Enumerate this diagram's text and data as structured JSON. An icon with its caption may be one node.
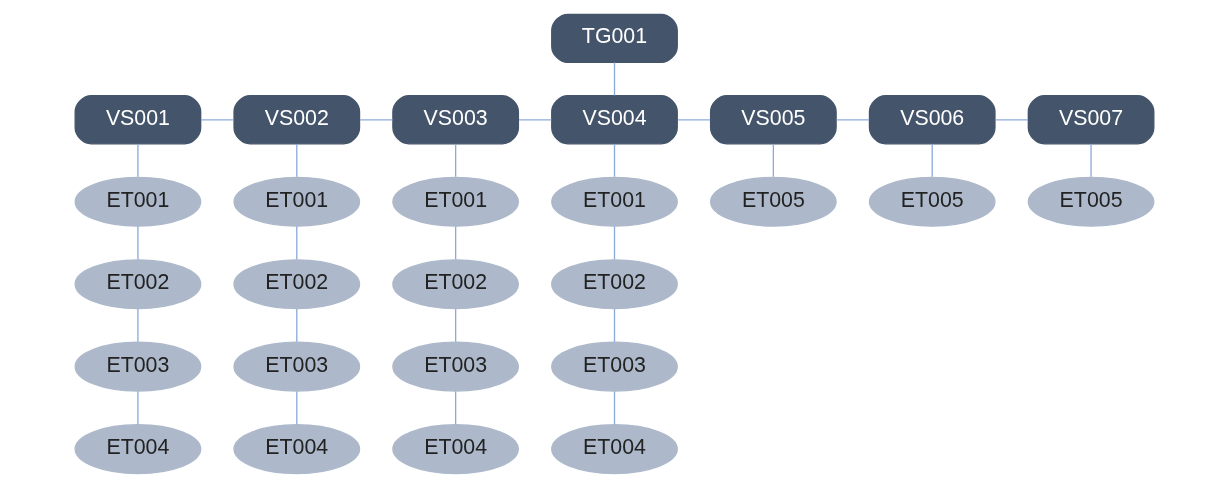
{
  "diagram": {
    "nodes": [
      {
        "text": [
          "TG001"
        ]
      },
      {
        "text": [
          "VS001"
        ]
      },
      {
        "text": [
          "VS002"
        ]
      },
      {
        "text": [
          "VS003"
        ]
      },
      {
        "text": [
          "VS004"
        ]
      },
      {
        "text": [
          "VS005"
        ]
      },
      {
        "text": [
          "VS006"
        ]
      },
      {
        "text": [
          "VS007"
        ]
      },
      {
        "text": [
          "ET001"
        ]
      },
      {
        "text": [
          "ET001"
        ]
      },
      {
        "text": [
          "ET001"
        ]
      },
      {
        "text": [
          "ET001"
        ]
      },
      {
        "text": [
          "ET005"
        ]
      },
      {
        "text": [
          "ET005"
        ]
      },
      {
        "text": [
          "ET005"
        ]
      },
      {
        "text": [
          "ET002"
        ]
      },
      {
        "text": [
          "ET002"
        ]
      },
      {
        "text": [
          "ET002"
        ]
      },
      {
        "text": [
          "ET002"
        ]
      },
      {
        "text": [
          "ET003"
        ]
      },
      {
        "text": [
          "ET003"
        ]
      },
      {
        "text": [
          "ET003"
        ]
      },
      {
        "text": [
          "ET003"
        ]
      },
      {
        "text": [
          "ET004"
        ]
      },
      {
        "text": [
          "ET004"
        ]
      },
      {
        "text": [
          "ET004"
        ]
      },
      {
        "text": [
          "ET004"
        ]
      }
    ],
    "edges": [
      {
        "from": 0,
        "to": 4,
        "arrow": "none"
      },
      {
        "from": 1,
        "to": 2,
        "arrow": "none"
      },
      {
        "from": 2,
        "to": 3,
        "arrow": "none"
      },
      {
        "from": 3,
        "to": 4,
        "arrow": "none"
      },
      {
        "from": 4,
        "to": 5,
        "arrow": "none"
      },
      {
        "from": 5,
        "to": 6,
        "arrow": "none"
      },
      {
        "from": 6,
        "to": 7,
        "arrow": "none"
      },
      {
        "from": 1,
        "to": 8,
        "arrow": "none"
      },
      {
        "from": 2,
        "to": 9,
        "arrow": "none"
      },
      {
        "from": 3,
        "to": 10,
        "arrow": "none"
      },
      {
        "from": 4,
        "to": 11,
        "arrow": "none"
      },
      {
        "from": 5,
        "to": 12,
        "arrow": "none"
      },
      {
        "from": 6,
        "to": 13,
        "arrow": "none"
      },
      {
        "from": 7,
        "to": 14,
        "arrow": "none"
      },
      {
        "from": 8,
        "to": 15,
        "arrow": "none"
      },
      {
        "from": 9,
        "to": 16,
        "arrow": "none"
      },
      {
        "from": 10,
        "to": 17,
        "arrow": "none"
      },
      {
        "from": 11,
        "to": 18,
        "arrow": "none"
      },
      {
        "from": 15,
        "to": 19,
        "arrow": "none"
      },
      {
        "from": 16,
        "to": 20,
        "arrow": "none"
      },
      {
        "from": 17,
        "to": 21,
        "arrow": "none"
      },
      {
        "from": 18,
        "to": 22,
        "arrow": "none"
      },
      {
        "from": 19,
        "to": 23,
        "arrow": "none"
      },
      {
        "from": 20,
        "to": 24,
        "arrow": "none"
      },
      {
        "from": 21,
        "to": 25,
        "arrow": "none"
      },
      {
        "from": 22,
        "to": 26,
        "arrow": "none"
      }
    ]
  }
}
